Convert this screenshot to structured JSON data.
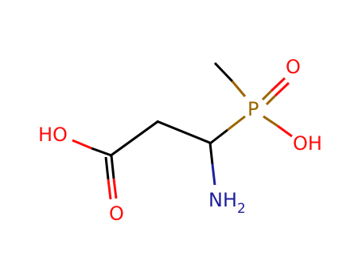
{
  "diagram": {
    "atoms": {
      "o_hydroxyl_acid": {
        "label": "HO",
        "element": "O"
      },
      "o_carbonyl_acid": {
        "label": "O",
        "element": "O"
      },
      "n_amino": {
        "label": "NH",
        "subscript": "2",
        "element": "N"
      },
      "p_center": {
        "label": "P",
        "element": "P"
      },
      "o_phosphinyl": {
        "label": "O",
        "element": "O"
      },
      "o_hydroxyl_p": {
        "label": "OH",
        "element": "O"
      }
    },
    "colors": {
      "carbon_bond": "#000000",
      "oxygen": "#ff0d0d",
      "nitrogen": "#1f1f9b",
      "phosphorus": "#9b6500"
    }
  }
}
